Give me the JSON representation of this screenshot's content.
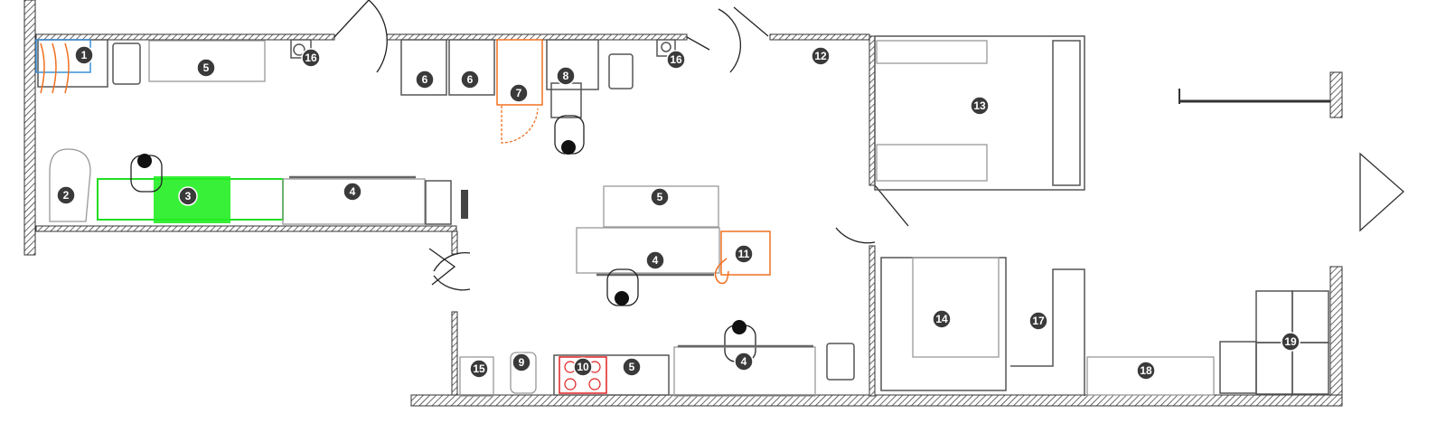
{
  "diagram": {
    "type": "floor-plan"
  },
  "colors": {
    "wall": "#333333",
    "highlight_green": "#22dd22",
    "highlight_orange": "#f07020",
    "highlight_red": "#e02020",
    "highlight_blue": "#3a8fd8",
    "marker": "#3a3a3a"
  },
  "markers": [
    "1",
    "16",
    "5",
    "6",
    "6",
    "7",
    "8",
    "16",
    "12",
    "13",
    "2",
    "3",
    "4",
    "5",
    "4",
    "11",
    "14",
    "17",
    "4",
    "15",
    "9",
    "10",
    "5",
    "18",
    "19"
  ]
}
